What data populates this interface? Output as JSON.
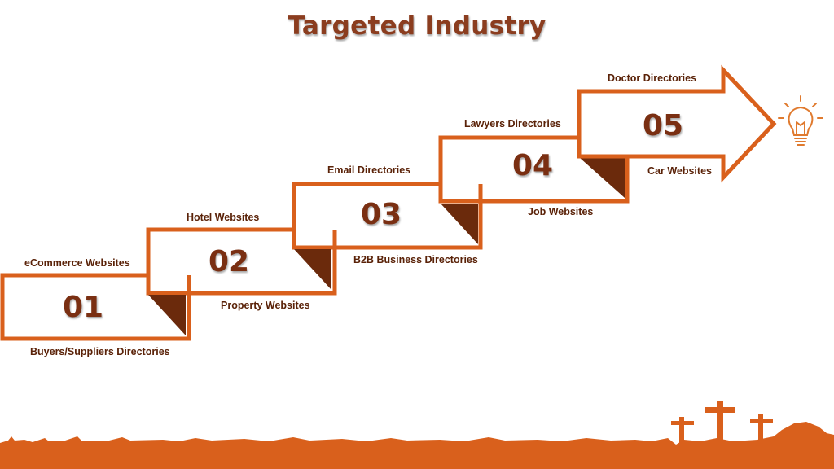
{
  "title": "Targeted Industry",
  "steps": [
    {
      "number": "01",
      "top_label": "eCommerce Websites",
      "bottom_label": "Buyers/Suppliers Directories"
    },
    {
      "number": "02",
      "top_label": "Hotel Websites",
      "bottom_label": "Property Websites"
    },
    {
      "number": "03",
      "top_label": "Email Directories",
      "bottom_label": "B2B Business Directories"
    },
    {
      "number": "04",
      "top_label": "Lawyers Directories",
      "bottom_label": "Job Websites"
    },
    {
      "number": "05",
      "top_label": "Doctor Directories",
      "bottom_label": "Car Websites"
    }
  ],
  "colors": {
    "accent": "#d9601c",
    "fold": "#6b2a0c",
    "text": "#5a2208",
    "number": "#7a2f12",
    "ground": "#d9601c"
  },
  "icons": [
    "lightbulb-icon",
    "cross-icon"
  ]
}
